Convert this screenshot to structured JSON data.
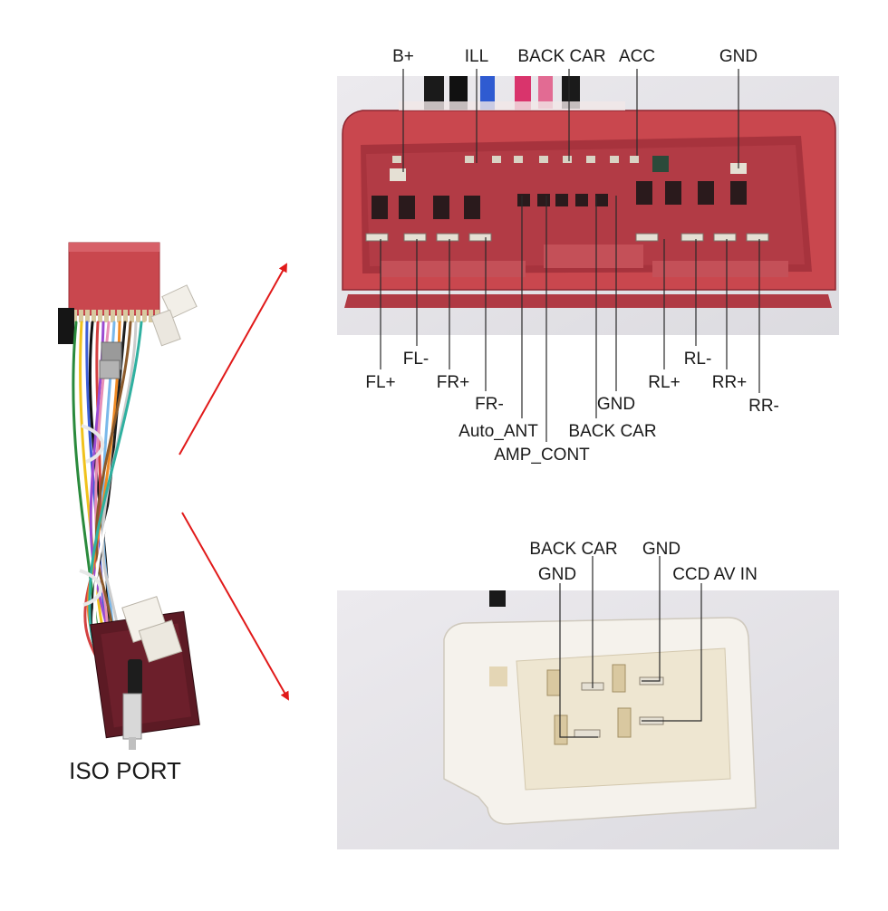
{
  "caption": "ISO PORT",
  "colors": {
    "red_connector": "#c9474e",
    "red_connector_dark": "#8e2630",
    "white_connector": "#f4f1ea",
    "white_connector_inner": "#ece4cf",
    "arrow": "#e11a1a",
    "photo_background": "#e9e8ec"
  },
  "upper_connector": {
    "top_labels": [
      "B+",
      "ILL",
      "BACK CAR",
      "ACC",
      "GND"
    ],
    "bottom_labels": [
      "FL+",
      "FL-",
      "FR+",
      "FR-",
      "Auto_ANT",
      "AMP_CONT",
      "GND",
      "BACK CAR",
      "RL+",
      "RL-",
      "RR+",
      "RR-"
    ]
  },
  "lower_connector": {
    "labels": [
      "BACK CAR",
      "GND",
      "GND",
      "CCD AV IN"
    ]
  }
}
